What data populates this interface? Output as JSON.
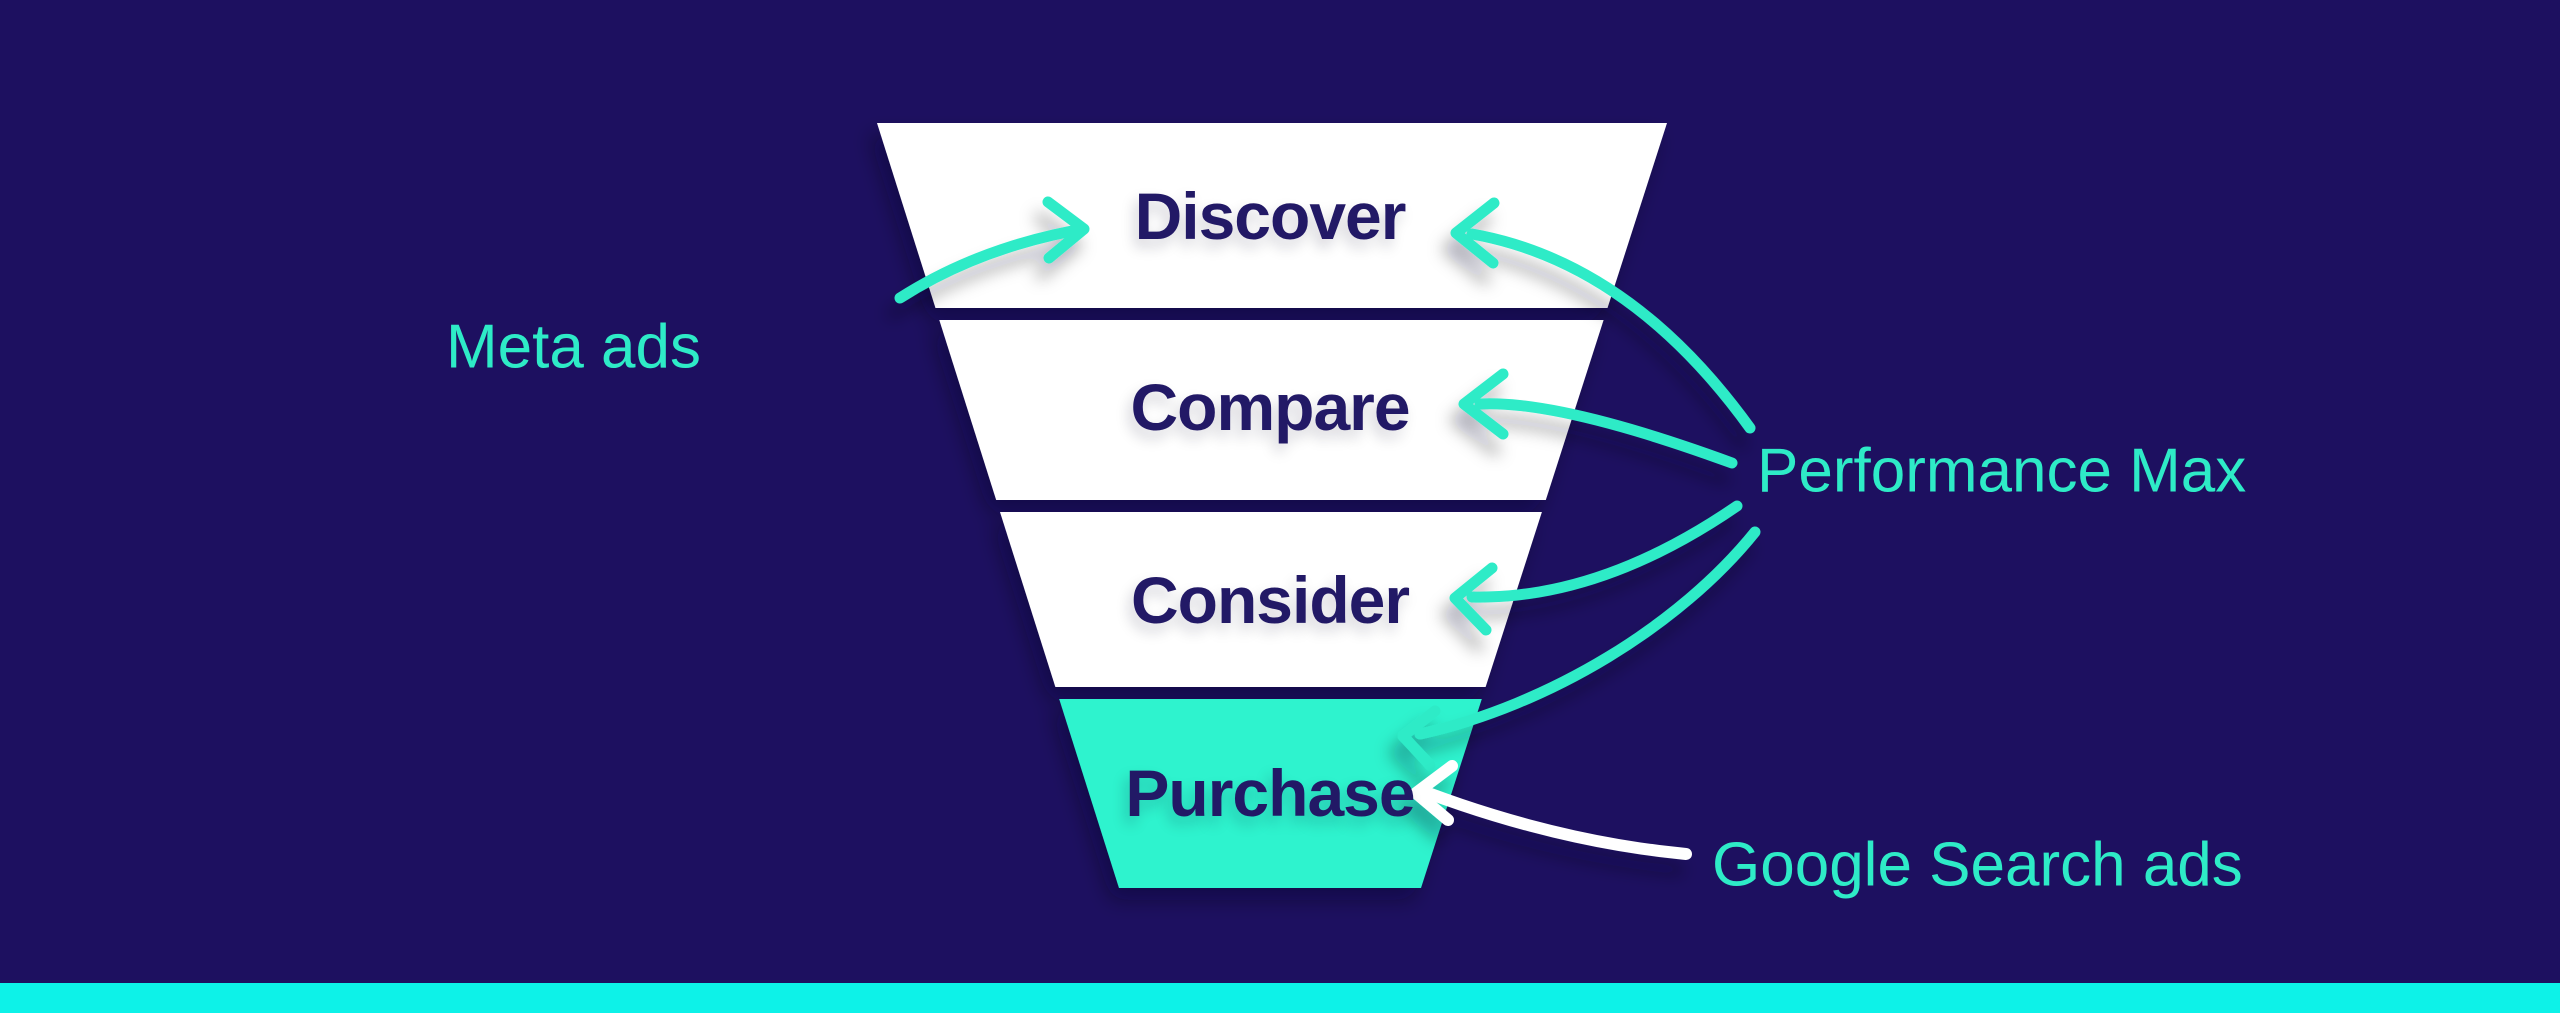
{
  "page": {
    "background_color": "#1D1060",
    "bottom_bar_color": "#0DF2E8"
  },
  "colors": {
    "accent_teal": "#2EEBC7",
    "funnel_white": "#FFFFFF",
    "purchase_teal": "#2DF3CE",
    "label_navy": "#221966",
    "white_arrow": "#FFFFFF"
  },
  "funnel": {
    "stages": [
      {
        "label": "Discover",
        "fill": "#FFFFFF",
        "text_color": "#221966"
      },
      {
        "label": "Compare",
        "fill": "#FFFFFF",
        "text_color": "#221966"
      },
      {
        "label": "Consider",
        "fill": "#FFFFFF",
        "text_color": "#221966"
      },
      {
        "label": "Purchase",
        "fill": "#2DF3CE",
        "text_color": "#221966"
      }
    ]
  },
  "annotations": {
    "meta_ads": {
      "label": "Meta ads",
      "color": "#2EEBC7",
      "points_to": [
        "Discover"
      ]
    },
    "performance_max": {
      "label": "Performance Max",
      "color": "#2EEBC7",
      "points_to": [
        "Discover",
        "Compare",
        "Consider",
        "Purchase"
      ]
    },
    "google_search_ads": {
      "label": "Google Search ads",
      "color": "#2EEBC7",
      "arrow_color": "#FFFFFF",
      "points_to": [
        "Purchase"
      ]
    }
  }
}
